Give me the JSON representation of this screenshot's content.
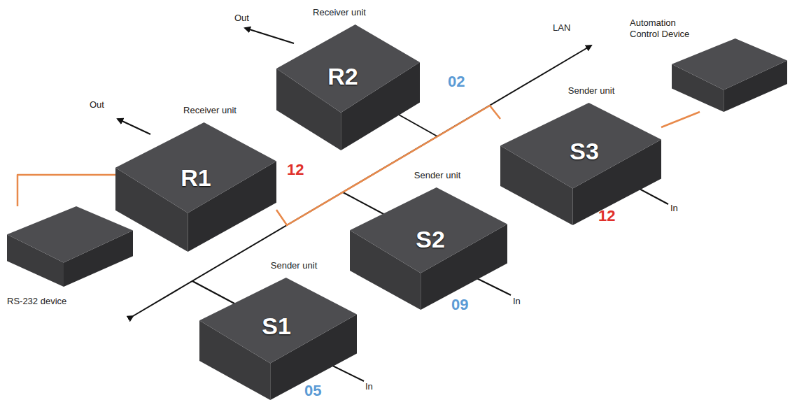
{
  "diagram": {
    "nodes": [
      {
        "text": [
          "Receiver unit",
          "R2"
        ]
      },
      {
        "text": [
          "Automation Control Device"
        ]
      },
      {
        "text": [
          "Receiver unit",
          "R1"
        ]
      },
      {
        "text": [
          "Sender unit",
          "S3"
        ]
      },
      {
        "text": [
          "Sender unit",
          "S2"
        ]
      },
      {
        "text": [
          "RS-232 device"
        ]
      },
      {
        "text": [
          "Sender unit",
          "S1"
        ]
      }
    ],
    "edges": [
      {
        "from": 5,
        "to": 2,
        "arrow": "none"
      },
      {
        "from": 2,
        "to": 3,
        "arrow": "none"
      },
      {
        "from": 3,
        "to": 1,
        "arrow": "none"
      }
    ],
    "labels": [
      "Out",
      "Out",
      "LAN",
      "02",
      "12",
      "12",
      "09",
      "05",
      "In",
      "In",
      "In"
    ]
  }
}
